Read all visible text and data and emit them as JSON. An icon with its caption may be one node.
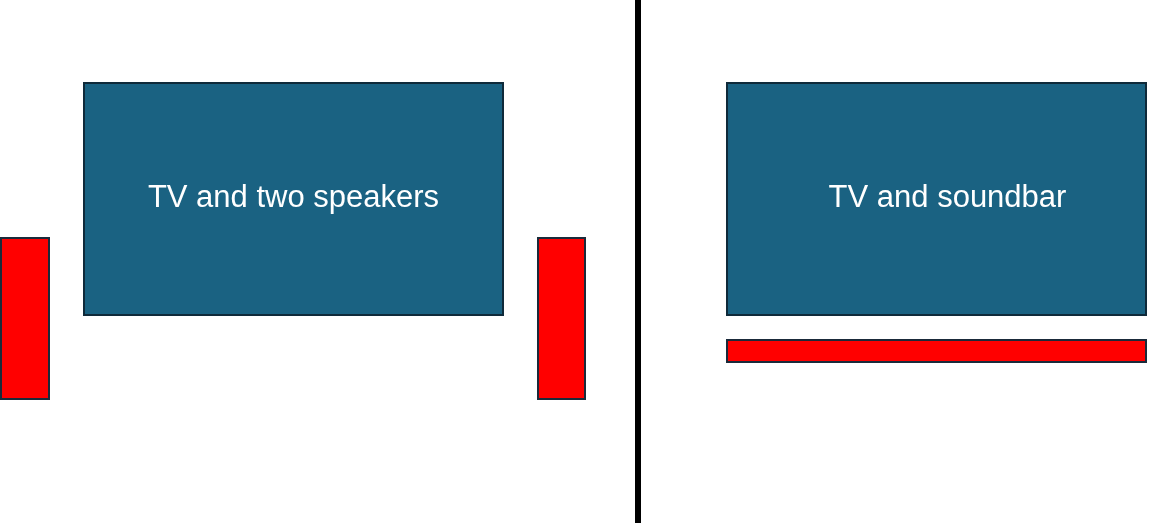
{
  "diagram": {
    "nodes": [
      {
        "text": [
          "TV and two speakers"
        ]
      },
      {
        "text": [],
        "shape": "bar"
      },
      {
        "text": [],
        "shape": "bar"
      },
      {
        "text": [
          "TV and soundbar"
        ]
      },
      {
        "text": [],
        "shape": "bar"
      }
    ]
  }
}
